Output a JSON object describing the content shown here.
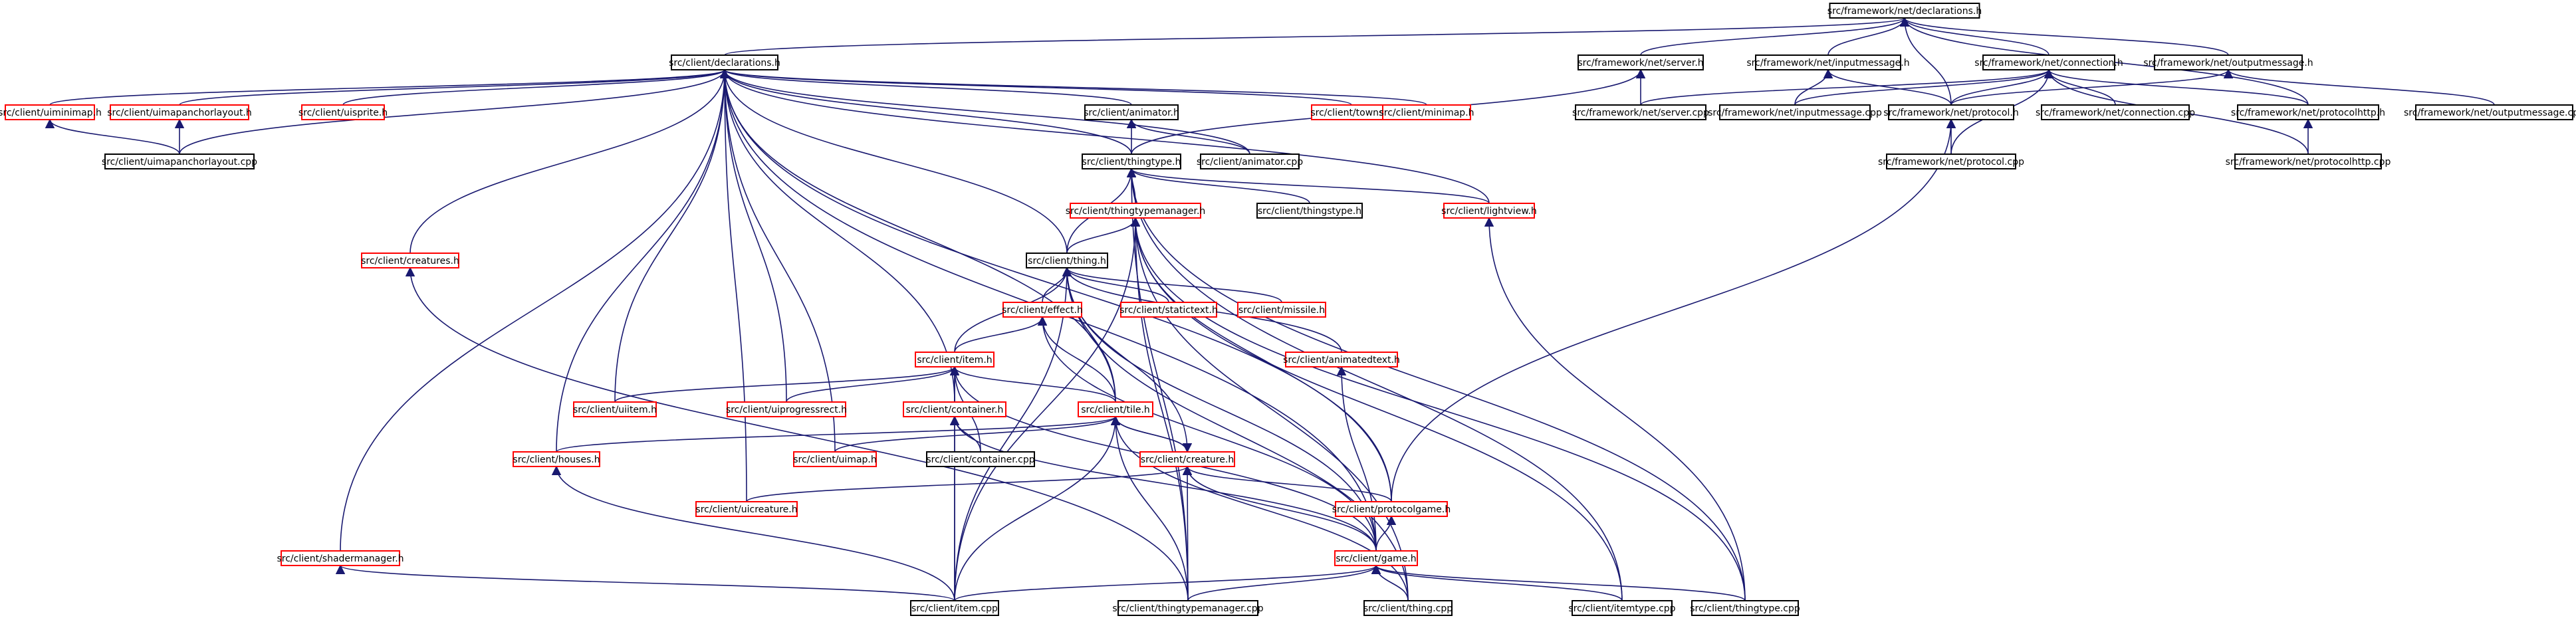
{
  "diagram": {
    "nodes": [
      {
        "id": "decl_net",
        "label": "src/framework/net/declarations.h",
        "status": "root"
      },
      {
        "id": "client_decl",
        "label": "src/client/declarations.h",
        "status": "complete"
      },
      {
        "id": "server_h",
        "label": "src/framework/net/server.h",
        "status": "complete"
      },
      {
        "id": "inmsg_h",
        "label": "src/framework/net/inputmessage.h",
        "status": "complete"
      },
      {
        "id": "conn_h",
        "label": "src/framework/net/connection.h",
        "status": "complete"
      },
      {
        "id": "outmsg_h",
        "label": "src/framework/net/outputmessage.h",
        "status": "complete"
      },
      {
        "id": "uiminimap_h",
        "label": "src/client/uiminimap.h",
        "status": "truncated"
      },
      {
        "id": "uimapanchor_h",
        "label": "src/client/uimapanchorlayout.h",
        "status": "truncated"
      },
      {
        "id": "uisprite_h",
        "label": "src/client/uisprite.h",
        "status": "truncated"
      },
      {
        "id": "animator_h",
        "label": "src/client/animator.h",
        "status": "complete"
      },
      {
        "id": "towns_h",
        "label": "src/client/towns.h",
        "status": "truncated"
      },
      {
        "id": "minimap_h",
        "label": "src/client/minimap.h",
        "status": "truncated"
      },
      {
        "id": "server_cpp",
        "label": "src/framework/net/server.cpp",
        "status": "complete"
      },
      {
        "id": "inmsg_cpp",
        "label": "src/framework/net/inputmessage.cpp",
        "status": "complete"
      },
      {
        "id": "protocol_h",
        "label": "src/framework/net/protocol.h",
        "status": "complete"
      },
      {
        "id": "conn_cpp",
        "label": "src/framework/net/connection.cpp",
        "status": "complete"
      },
      {
        "id": "protohttp_h",
        "label": "src/framework/net/protocolhttp.h",
        "status": "complete"
      },
      {
        "id": "outmsg_cpp",
        "label": "src/framework/net/outputmessage.cpp",
        "status": "complete"
      },
      {
        "id": "uimapanchor_cpp",
        "label": "src/client/uimapanchorlayout.cpp",
        "status": "complete"
      },
      {
        "id": "thingtype_h",
        "label": "src/client/thingtype.h",
        "status": "complete"
      },
      {
        "id": "animator_cpp",
        "label": "src/client/animator.cpp",
        "status": "complete"
      },
      {
        "id": "protocol_cpp",
        "label": "src/framework/net/protocol.cpp",
        "status": "complete"
      },
      {
        "id": "protohttp_cpp",
        "label": "src/framework/net/protocolhttp.cpp",
        "status": "complete"
      },
      {
        "id": "ttmanager_h",
        "label": "src/client/thingtypemanager.h",
        "status": "truncated"
      },
      {
        "id": "thingtype_cpp",
        "label": "src/client/thingstype.h",
        "status": "complete"
      },
      {
        "id": "lightview_h",
        "label": "src/client/lightview.h",
        "status": "truncated"
      },
      {
        "id": "creatures_h",
        "label": "src/client/creatures.h",
        "status": "truncated"
      },
      {
        "id": "thing_h",
        "label": "src/client/thing.h",
        "status": "complete"
      },
      {
        "id": "effect_h",
        "label": "src/client/effect.h",
        "status": "truncated"
      },
      {
        "id": "statictext_h",
        "label": "src/client/statictext.h",
        "status": "truncated"
      },
      {
        "id": "missile_h",
        "label": "src/client/missile.h",
        "status": "truncated"
      },
      {
        "id": "animtext_h",
        "label": "src/client/animatedtext.h",
        "status": "truncated"
      },
      {
        "id": "item_h",
        "label": "src/client/item.h",
        "status": "truncated"
      },
      {
        "id": "uiitem_h",
        "label": "src/client/uiitem.h",
        "status": "truncated"
      },
      {
        "id": "uiprogress_h",
        "label": "src/client/uiprogressrect.h",
        "status": "truncated"
      },
      {
        "id": "container_h",
        "label": "src/client/container.h",
        "status": "truncated"
      },
      {
        "id": "tile_h",
        "label": "src/client/tile.h",
        "status": "truncated"
      },
      {
        "id": "houses_h",
        "label": "src/client/houses.h",
        "status": "truncated"
      },
      {
        "id": "uimap_h",
        "label": "src/client/uimap.h",
        "status": "truncated"
      },
      {
        "id": "container_cpp",
        "label": "src/client/container.cpp",
        "status": "complete"
      },
      {
        "id": "creature_h",
        "label": "src/client/creature.h",
        "status": "truncated"
      },
      {
        "id": "uicreature_h",
        "label": "src/client/uicreature.h",
        "status": "truncated"
      },
      {
        "id": "protogame_h",
        "label": "src/client/protocolgame.h",
        "status": "truncated"
      },
      {
        "id": "shadermgr_h",
        "label": "src/client/shadermanager.h",
        "status": "truncated"
      },
      {
        "id": "game_h",
        "label": "src/client/game.h",
        "status": "truncated"
      },
      {
        "id": "item_cpp",
        "label": "src/client/item.cpp",
        "status": "complete"
      },
      {
        "id": "ttmanager_cpp",
        "label": "src/client/thingtypemanager.cpp",
        "status": "complete"
      },
      {
        "id": "thing_cpp",
        "label": "src/client/thing.cpp",
        "status": "complete"
      },
      {
        "id": "itemtype_cpp",
        "label": "src/client/itemtype.cpp",
        "status": "complete"
      },
      {
        "id": "thingtype2_cpp",
        "label": "src/client/thingtype.cpp",
        "status": "complete"
      }
    ],
    "edges": [
      [
        "decl_net",
        "client_decl"
      ],
      [
        "decl_net",
        "server_h"
      ],
      [
        "decl_net",
        "inmsg_h"
      ],
      [
        "decl_net",
        "conn_h"
      ],
      [
        "decl_net",
        "outmsg_h"
      ],
      [
        "decl_net",
        "protocol_h"
      ],
      [
        "decl_net",
        "protohttp_h"
      ],
      [
        "client_decl",
        "uiminimap_h"
      ],
      [
        "client_decl",
        "uimapanchor_h"
      ],
      [
        "client_decl",
        "uisprite_h"
      ],
      [
        "client_decl",
        "animator_h"
      ],
      [
        "client_decl",
        "towns_h"
      ],
      [
        "client_decl",
        "minimap_h"
      ],
      [
        "client_decl",
        "thingtype_h"
      ],
      [
        "client_decl",
        "animator_cpp"
      ],
      [
        "client_decl",
        "lightview_h"
      ],
      [
        "client_decl",
        "creatures_h"
      ],
      [
        "client_decl",
        "thing_h"
      ],
      [
        "client_decl",
        "uiitem_h"
      ],
      [
        "client_decl",
        "uiprogress_h"
      ],
      [
        "client_decl",
        "container_h"
      ],
      [
        "client_decl",
        "tile_h"
      ],
      [
        "client_decl",
        "houses_h"
      ],
      [
        "client_decl",
        "uimap_h"
      ],
      [
        "client_decl",
        "uicreature_h"
      ],
      [
        "client_decl",
        "shadermgr_h"
      ],
      [
        "client_decl",
        "protogame_h"
      ],
      [
        "client_decl",
        "game_h"
      ],
      [
        "client_decl",
        "uimapanchor_cpp"
      ],
      [
        "server_h",
        "server_cpp"
      ],
      [
        "server_h",
        "thingtype_h"
      ],
      [
        "inmsg_h",
        "inmsg_cpp"
      ],
      [
        "inmsg_h",
        "protocol_h"
      ],
      [
        "conn_h",
        "server_cpp"
      ],
      [
        "conn_h",
        "inmsg_cpp"
      ],
      [
        "conn_h",
        "protocol_h"
      ],
      [
        "conn_h",
        "conn_cpp"
      ],
      [
        "conn_h",
        "protohttp_h"
      ],
      [
        "conn_h",
        "protocol_cpp"
      ],
      [
        "conn_h",
        "protohttp_cpp"
      ],
      [
        "outmsg_h",
        "protocol_h"
      ],
      [
        "outmsg_h",
        "outmsg_cpp"
      ],
      [
        "uiminimap_h",
        "uimapanchor_cpp"
      ],
      [
        "uimapanchor_h",
        "uimapanchor_cpp"
      ],
      [
        "protocol_h",
        "protocol_cpp"
      ],
      [
        "protocol_h",
        "protogame_h"
      ],
      [
        "protohttp_h",
        "protohttp_cpp"
      ],
      [
        "animator_h",
        "thingtype_h"
      ],
      [
        "animator_h",
        "animator_cpp"
      ],
      [
        "thingtype_h",
        "ttmanager_h"
      ],
      [
        "thingtype_h",
        "thingtype_cpp"
      ],
      [
        "thingtype_h",
        "lightview_h"
      ],
      [
        "thingtype_h",
        "thing_h"
      ],
      [
        "thingtype_h",
        "itemtype_cpp"
      ],
      [
        "thingtype_h",
        "thingtype2_cpp"
      ],
      [
        "thingtype_h",
        "ttmanager_cpp"
      ],
      [
        "ttmanager_h",
        "thing_h"
      ],
      [
        "ttmanager_h",
        "protogame_h"
      ],
      [
        "ttmanager_h",
        "item_cpp"
      ],
      [
        "ttmanager_h",
        "ttmanager_cpp"
      ],
      [
        "ttmanager_h",
        "thing_cpp"
      ],
      [
        "ttmanager_h",
        "itemtype_cpp"
      ],
      [
        "ttmanager_h",
        "thingtype2_cpp"
      ],
      [
        "lightview_h",
        "thingtype2_cpp"
      ],
      [
        "thing_h",
        "effect_h"
      ],
      [
        "thing_h",
        "statictext_h"
      ],
      [
        "thing_h",
        "missile_h"
      ],
      [
        "thing_h",
        "animtext_h"
      ],
      [
        "thing_h",
        "item_h"
      ],
      [
        "thing_h",
        "creature_h"
      ],
      [
        "thing_h",
        "tile_h"
      ],
      [
        "thing_h",
        "game_h"
      ],
      [
        "thing_h",
        "item_cpp"
      ],
      [
        "thing_h",
        "thing_cpp"
      ],
      [
        "effect_h",
        "item_h"
      ],
      [
        "effect_h",
        "tile_h"
      ],
      [
        "effect_h",
        "game_h"
      ],
      [
        "animtext_h",
        "game_h"
      ],
      [
        "item_h",
        "uiitem_h"
      ],
      [
        "item_h",
        "uiprogress_h"
      ],
      [
        "item_h",
        "container_h"
      ],
      [
        "item_h",
        "tile_h"
      ],
      [
        "item_h",
        "container_cpp"
      ],
      [
        "item_h",
        "game_h"
      ],
      [
        "item_h",
        "item_cpp"
      ],
      [
        "container_h",
        "container_cpp"
      ],
      [
        "container_h",
        "game_h"
      ],
      [
        "container_h",
        "item_cpp"
      ],
      [
        "tile_h",
        "houses_h"
      ],
      [
        "tile_h",
        "uimap_h"
      ],
      [
        "tile_h",
        "creature_h"
      ],
      [
        "tile_h",
        "item_cpp"
      ],
      [
        "tile_h",
        "thing_cpp"
      ],
      [
        "tile_h",
        "ttmanager_cpp"
      ],
      [
        "creatures_h",
        "ttmanager_cpp"
      ],
      [
        "houses_h",
        "item_cpp"
      ],
      [
        "creature_h",
        "tile_h"
      ],
      [
        "creature_h",
        "uicreature_h"
      ],
      [
        "creature_h",
        "protogame_h"
      ],
      [
        "creature_h",
        "game_h"
      ],
      [
        "creature_h",
        "ttmanager_cpp"
      ],
      [
        "protogame_h",
        "game_h"
      ],
      [
        "shadermgr_h",
        "item_cpp"
      ],
      [
        "game_h",
        "item_cpp"
      ],
      [
        "game_h",
        "ttmanager_cpp"
      ],
      [
        "game_h",
        "thing_cpp"
      ],
      [
        "game_h",
        "itemtype_cpp"
      ],
      [
        "game_h",
        "thingtype2_cpp"
      ]
    ],
    "colors": {
      "edge": "#191970",
      "border_complete": "#000000",
      "border_truncated": "#ff0000",
      "root_fill": "#bfbfbf",
      "node_fill": "#ffffff"
    }
  }
}
